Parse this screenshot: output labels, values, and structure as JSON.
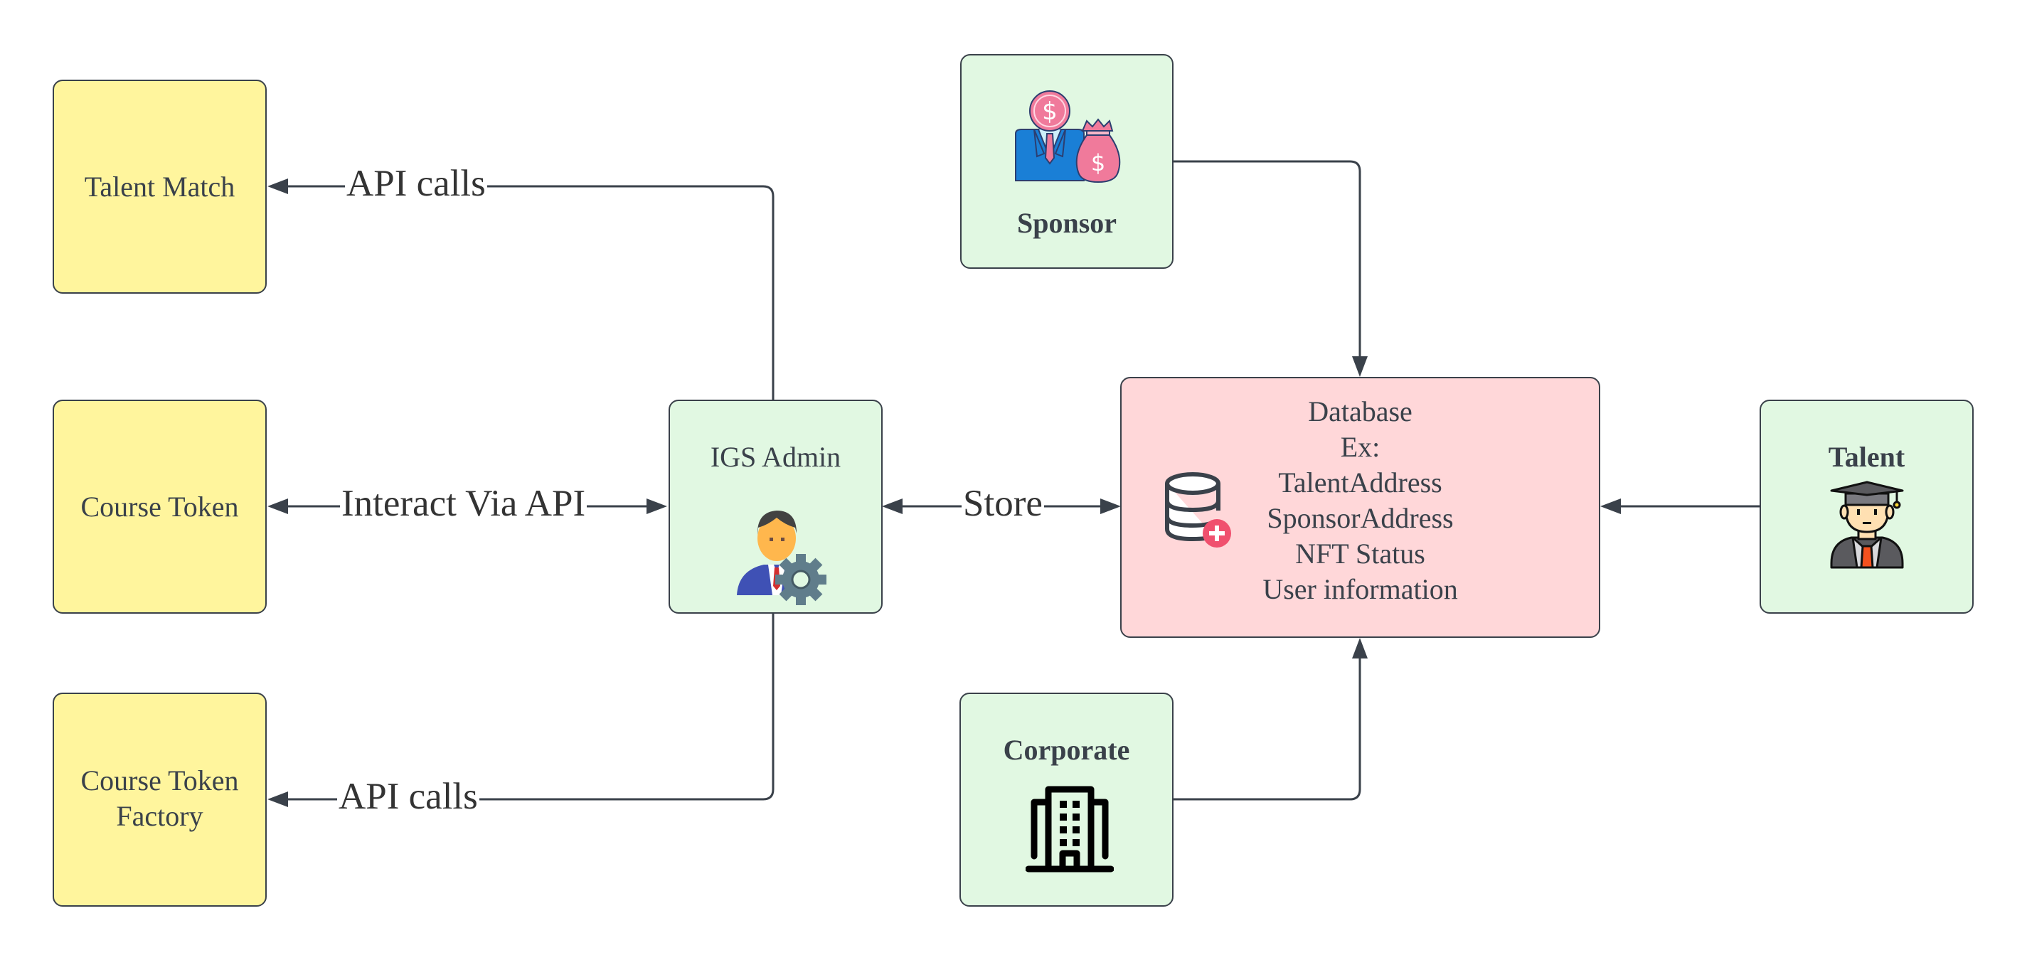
{
  "diagram": {
    "colors": {
      "stroke": "#3a414a",
      "service_fill": "#fff59d",
      "actor_fill": "#e1f8e2",
      "database_fill": "#ffd7d9",
      "text": "#3a414a"
    },
    "nodes": {
      "talent_match": {
        "label": "Talent Match"
      },
      "course_token": {
        "label": "Course Token"
      },
      "course_token_factory": {
        "label_lines": [
          "Course Token",
          "Factory"
        ]
      },
      "igs_admin": {
        "label": "IGS Admin",
        "icon": "admin-gear-icon"
      },
      "sponsor": {
        "label": "Sponsor",
        "icon": "sponsor-money-icon"
      },
      "database": {
        "lines": [
          "Database",
          "Ex:",
          "TalentAddress",
          "SponsorAddress",
          "NFT Status",
          "User information"
        ],
        "icon": "database-add-icon"
      },
      "talent": {
        "label": "Talent",
        "icon": "graduate-icon"
      },
      "corporate": {
        "label": "Corporate",
        "icon": "building-icon"
      }
    },
    "edges": [
      {
        "from": "IGS Admin",
        "to": "Talent Match",
        "label": "API calls",
        "direction": "one-way"
      },
      {
        "from": "IGS Admin",
        "to": "Course Token",
        "label": "Interact Via API",
        "direction": "two-way"
      },
      {
        "from": "IGS Admin",
        "to": "Course Token Factory",
        "label": "API calls",
        "direction": "one-way"
      },
      {
        "from": "IGS Admin",
        "to": "Database",
        "label": "Store",
        "direction": "two-way"
      },
      {
        "from": "Sponsor",
        "to": "Database",
        "label": "",
        "direction": "one-way"
      },
      {
        "from": "Talent",
        "to": "Database",
        "label": "",
        "direction": "one-way"
      },
      {
        "from": "Corporate",
        "to": "Database",
        "label": "",
        "direction": "one-way"
      }
    ]
  }
}
